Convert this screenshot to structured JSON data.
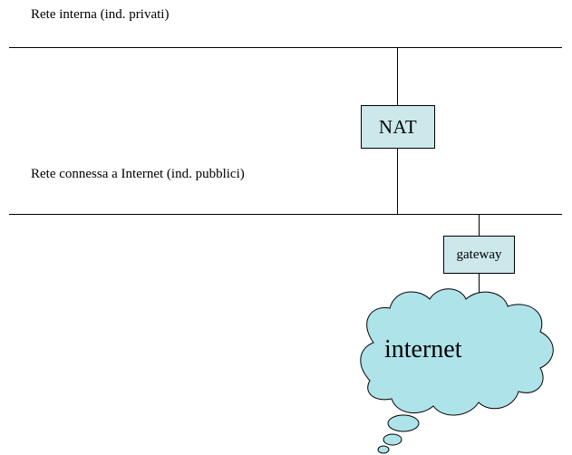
{
  "diagram": {
    "internal_network_label": "Rete interna (ind. privati)",
    "connected_network_label": "Rete connessa a Internet (ind. pubblici)",
    "nat_label": "NAT",
    "gateway_label": "gateway",
    "cloud_label": "internet"
  },
  "colors": {
    "box_fill": "#cce8ea",
    "cloud_fill": "#aee3ea",
    "line": "#000000"
  }
}
